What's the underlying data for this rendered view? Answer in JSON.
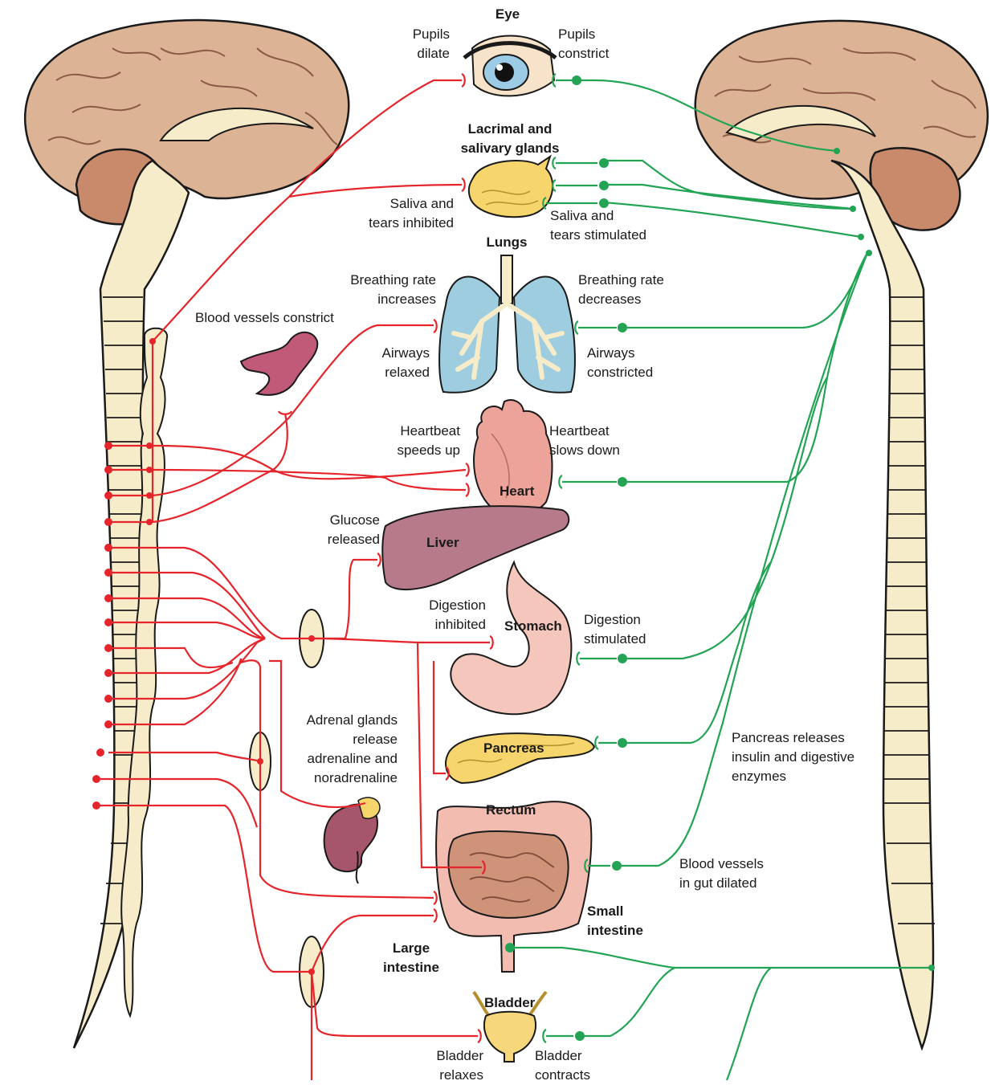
{
  "colors": {
    "sympathetic": "#e5252b",
    "parasympathetic": "#23a455",
    "brain": "#ddb395",
    "cerebellum": "#c98a6c",
    "spinal_cord": "#f7ecc9",
    "lung": "#9ecde0",
    "heart": "#eca49a",
    "liver": "#b67a8a",
    "stomach": "#f5c6bb",
    "intestine": "#cf9379",
    "large_intestine": "#f2bdb0",
    "gland": "#f6d56c",
    "kidney": "#a5566a",
    "bladder": "#f6d77c"
  },
  "labels": {
    "eye": "Eye",
    "pupils_dilate": [
      "Pupils",
      "dilate"
    ],
    "pupils_constrict": [
      "Pupils",
      "constrict"
    ],
    "lacrimal": [
      "Lacrimal and",
      "salivary glands"
    ],
    "saliva_inhibited": [
      "Saliva and",
      "tears inhibited"
    ],
    "saliva_stimulated": [
      "Saliva and",
      "tears stimulated"
    ],
    "lungs": "Lungs",
    "breath_increase": [
      "Breathing rate",
      "increases"
    ],
    "breath_decrease": [
      "Breathing rate",
      "decreases"
    ],
    "airways_relaxed": [
      "Airways",
      "relaxed"
    ],
    "airways_constricted": [
      "Airways",
      "constricted"
    ],
    "blood_vessels_constrict": "Blood vessels constrict",
    "heartbeat_speeds": [
      "Heartbeat",
      "speeds up"
    ],
    "heartbeat_slows": [
      "Heartbeat",
      "slows down"
    ],
    "heart": "Heart",
    "glucose": [
      "Glucose",
      "released"
    ],
    "liver": "Liver",
    "digestion_inhibited": [
      "Digestion",
      "inhibited"
    ],
    "stomach": "Stomach",
    "digestion_stimulated": [
      "Digestion",
      "stimulated"
    ],
    "adrenal": [
      "Adrenal glands",
      "release",
      "adrenaline and",
      "noradrenaline"
    ],
    "pancreas": "Pancreas",
    "pancreas_releases": [
      "Pancreas releases",
      "insulin and digestive",
      "enzymes"
    ],
    "rectum": "Rectum",
    "blood_vessels_gut": [
      "Blood vessels",
      "in gut dilated"
    ],
    "small_intestine": [
      "Small",
      "intestine"
    ],
    "large_intestine": [
      "Large",
      "intestine"
    ],
    "bladder": "Bladder",
    "bladder_relaxes": [
      "Bladder",
      "relaxes"
    ],
    "bladder_contracts": [
      "Bladder",
      "contracts"
    ]
  }
}
